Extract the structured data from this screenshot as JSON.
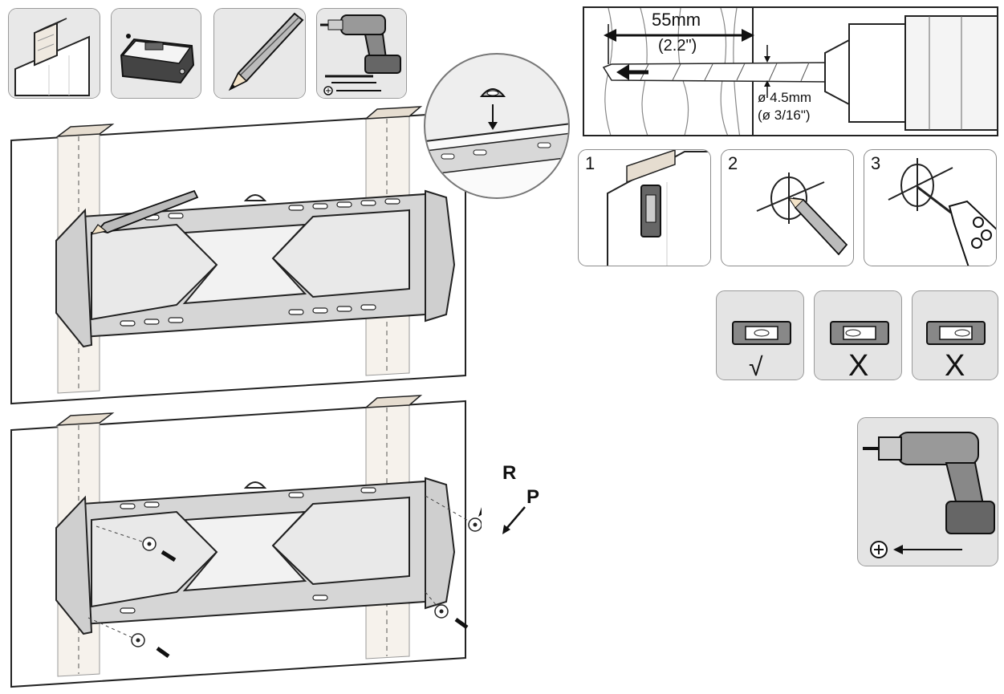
{
  "drill_depth": {
    "mm": "55mm",
    "inch": "(2.2\")"
  },
  "drill_diameter": {
    "mm": "ø 4.5mm",
    "inch": "(ø 3/16\")"
  },
  "steps": [
    {
      "number": "1"
    },
    {
      "number": "2"
    },
    {
      "number": "3"
    }
  ],
  "hardware_labels": {
    "washer": "R",
    "screw": "P"
  },
  "level_check": {
    "correct_mark": "√",
    "wrong_mark": "X"
  },
  "icons": [
    "wall-stud-icon",
    "stud-finder-icon",
    "pencil-icon",
    "drill-and-screws-icon",
    "drill-icon",
    "screw-icon",
    "spirit-level-icon"
  ],
  "colors": {
    "line": "#222222",
    "panel_bg": "#e4e4e4",
    "wood": "#efeae2"
  }
}
